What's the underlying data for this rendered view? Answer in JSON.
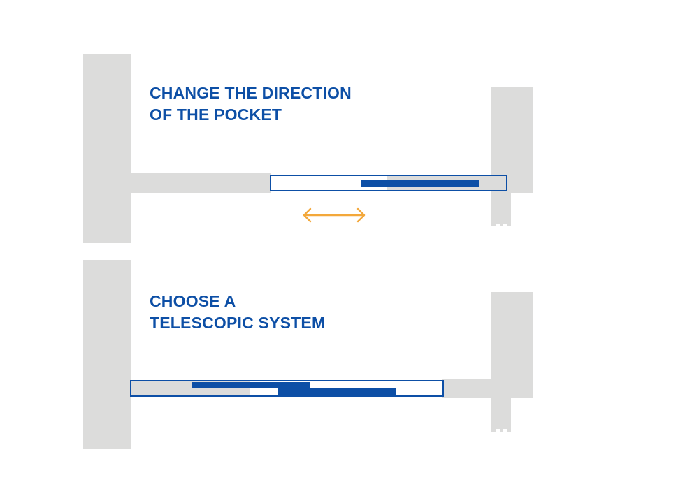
{
  "colors": {
    "accent": "#0d4fa6",
    "wall": "#dcdcdb",
    "arrow": "#f3a83b",
    "background": "#ffffff"
  },
  "panels": [
    {
      "id": "change-direction",
      "heading_lines": [
        "CHANGE THE DIRECTION",
        "OF THE POCKET"
      ],
      "icon": "double-headed-arrow-icon"
    },
    {
      "id": "telescopic",
      "heading_lines": [
        "CHOOSE A",
        "TELESCOPIC SYSTEM"
      ]
    }
  ]
}
